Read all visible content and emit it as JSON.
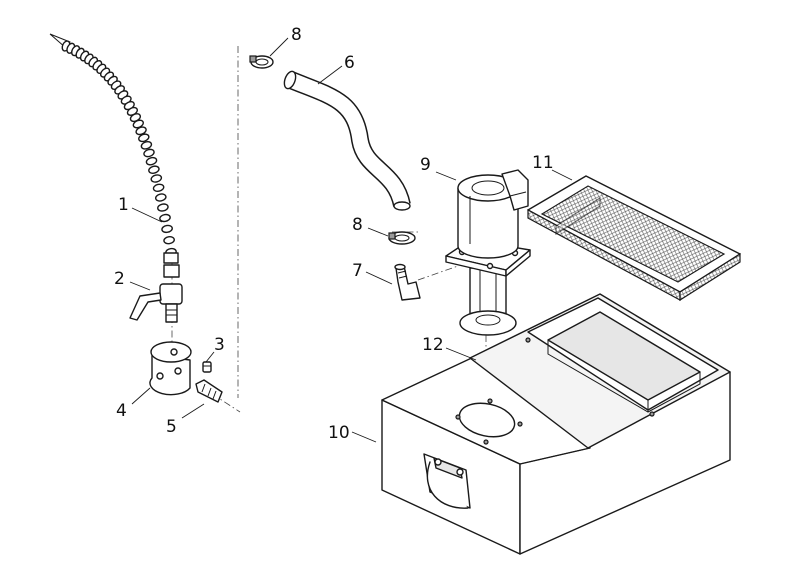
{
  "callouts": {
    "c1": "1",
    "c2": "2",
    "c3": "3",
    "c4": "4",
    "c5": "5",
    "c6": "6",
    "c7": "7",
    "c8a": "8",
    "c8b": "8",
    "c9": "9",
    "c10": "10",
    "c11": "11",
    "c12": "12"
  }
}
